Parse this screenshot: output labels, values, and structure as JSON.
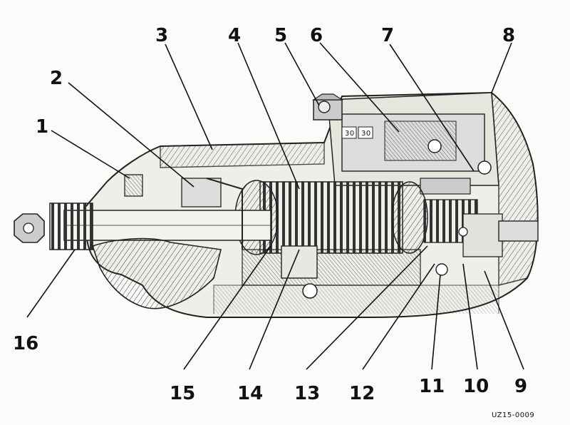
{
  "callouts": [
    {
      "label": "1"
    },
    {
      "label": "2"
    },
    {
      "label": "3"
    },
    {
      "label": "4"
    },
    {
      "label": "5"
    },
    {
      "label": "6"
    },
    {
      "label": "7"
    },
    {
      "label": "8"
    },
    {
      "label": "9"
    },
    {
      "label": "10"
    },
    {
      "label": "11"
    },
    {
      "label": "12"
    },
    {
      "label": "13"
    },
    {
      "label": "14"
    },
    {
      "label": "15"
    },
    {
      "label": "16"
    }
  ],
  "terminal_marks": {
    "left": "30",
    "right": "30"
  },
  "reference_code": "UZ15-0009",
  "colors": {
    "ink": "#222222",
    "paper": "#fbfbf9"
  }
}
